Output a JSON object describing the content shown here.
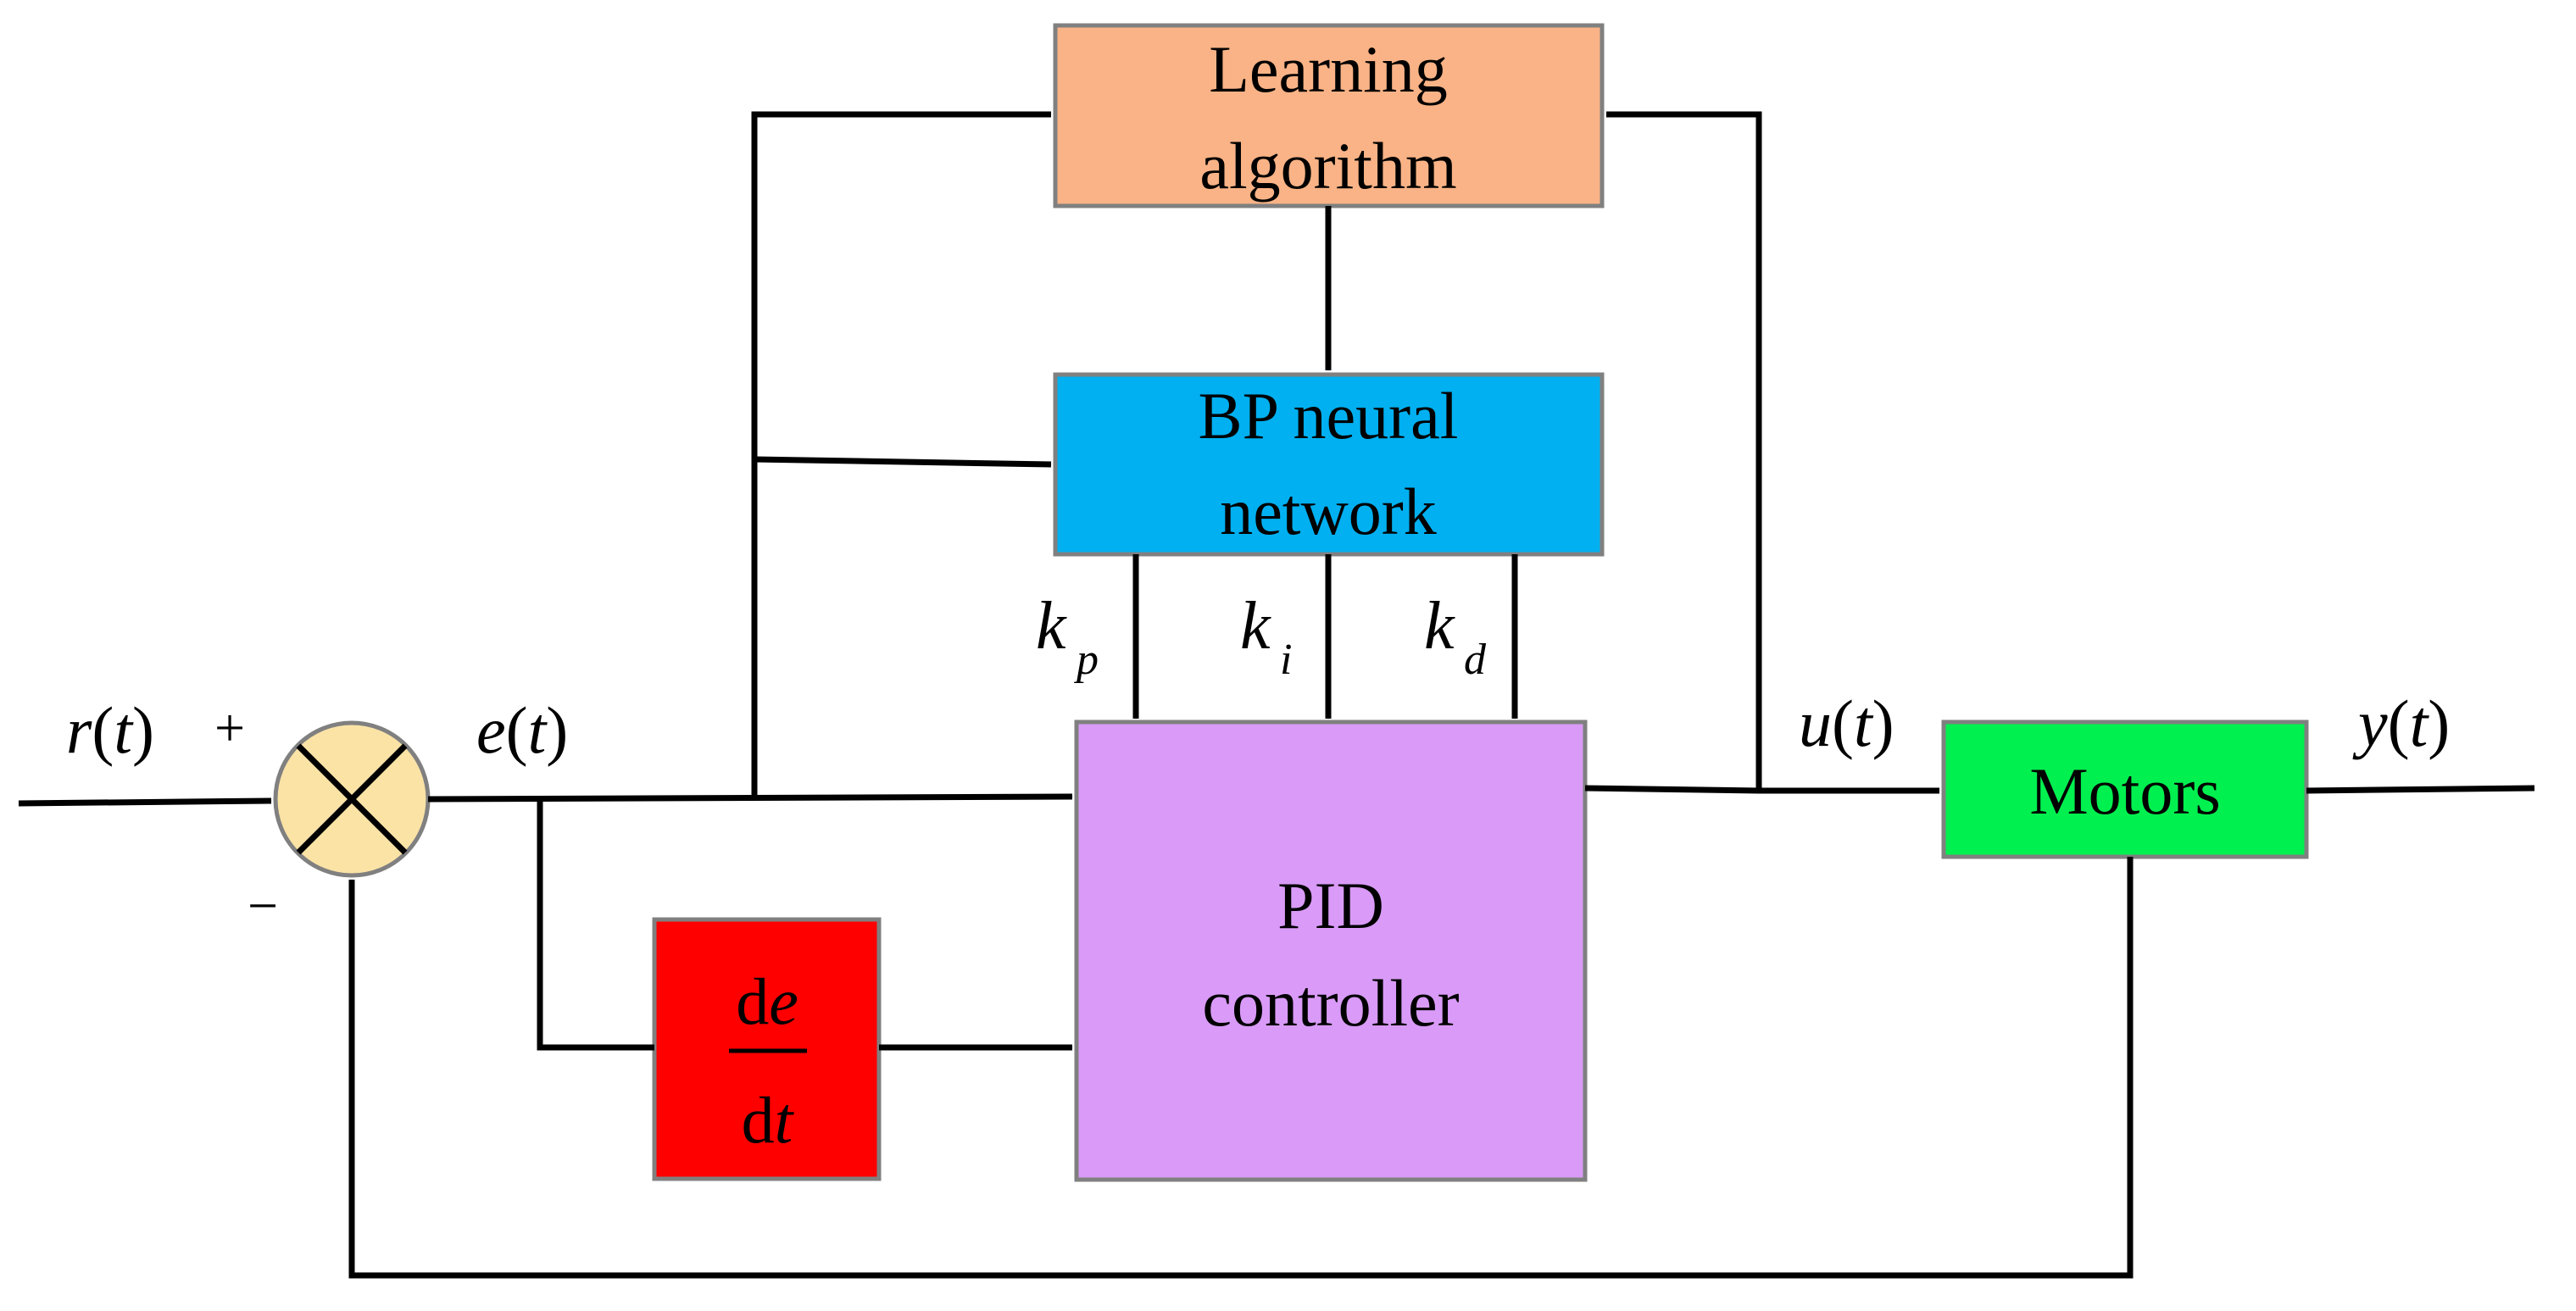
{
  "blocks": {
    "learning": {
      "line1": "Learning",
      "line2": "algorithm",
      "color": "#F9B386"
    },
    "bp": {
      "line1": "BP neural",
      "line2": "network",
      "color": "#00B0F0"
    },
    "pid": {
      "line1": "PID",
      "line2": "controller",
      "color": "#D99BF7"
    },
    "motors": {
      "line1": "Motors",
      "color": "#00F04F"
    },
    "derivative": {
      "numerator_d": "d",
      "numerator_var": "e",
      "denominator_d": "d",
      "denominator_var": "t",
      "color": "#FF0000"
    },
    "summing_junction": {
      "color": "#FBE3A6"
    }
  },
  "signals": {
    "r": {
      "var": "r",
      "arg": "t"
    },
    "e": {
      "var": "e",
      "arg": "t"
    },
    "u": {
      "var": "u",
      "arg": "t"
    },
    "y": {
      "var": "y",
      "arg": "t"
    }
  },
  "signs": {
    "plus": "+",
    "minus": "−"
  },
  "gains": {
    "kp": {
      "base": "k",
      "sub": "p"
    },
    "ki": {
      "base": "k",
      "sub": "i"
    },
    "kd": {
      "base": "k",
      "sub": "d"
    }
  },
  "paren_open": "(",
  "paren_close": ")"
}
